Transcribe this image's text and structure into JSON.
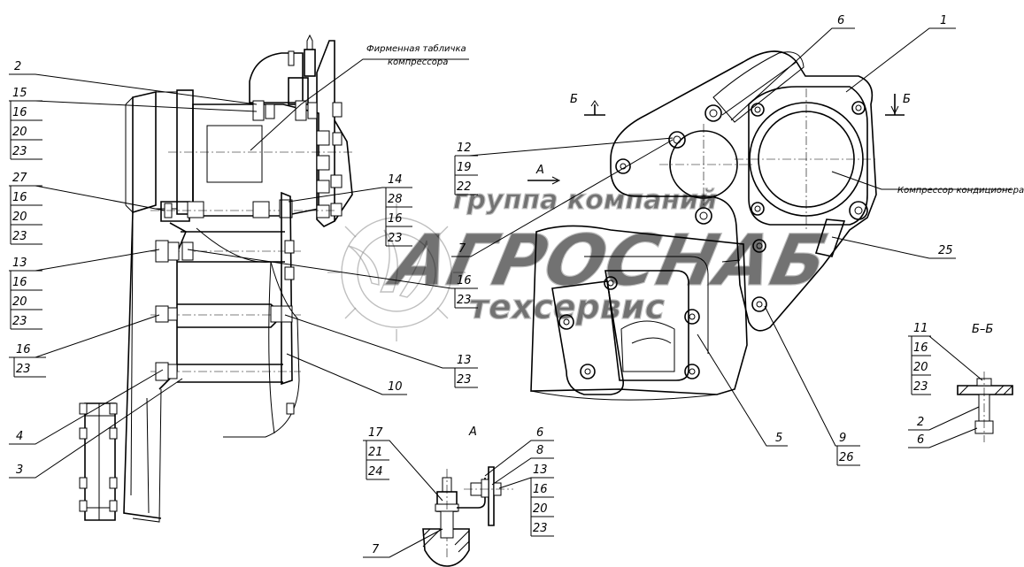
{
  "callouts": {
    "left": [
      {
        "id": "c-2",
        "values": [
          "2"
        ]
      },
      {
        "id": "c-15",
        "values": [
          "15",
          "16",
          "20",
          "23"
        ]
      },
      {
        "id": "c-27",
        "values": [
          "27",
          "16",
          "20",
          "23"
        ]
      },
      {
        "id": "c-13",
        "values": [
          "13",
          "16",
          "20",
          "23"
        ]
      },
      {
        "id": "c-16",
        "values": [
          "16",
          "23"
        ]
      },
      {
        "id": "c-4",
        "values": [
          "4"
        ]
      },
      {
        "id": "c-3",
        "values": [
          "3"
        ]
      }
    ],
    "middle": [
      {
        "id": "c-14",
        "values": [
          "14",
          "28",
          "16",
          "23"
        ]
      },
      {
        "id": "c-7",
        "values": [
          "7"
        ]
      },
      {
        "id": "c-16b",
        "values": [
          "16",
          "23"
        ]
      },
      {
        "id": "c-13b",
        "values": [
          "13",
          "23"
        ]
      },
      {
        "id": "c-10",
        "values": [
          "10"
        ]
      },
      {
        "id": "c-12",
        "values": [
          "12",
          "19",
          "22"
        ]
      }
    ],
    "right": [
      {
        "id": "c-6",
        "values": [
          "6"
        ]
      },
      {
        "id": "c-1",
        "values": [
          "1"
        ]
      },
      {
        "id": "c-25",
        "values": [
          "25"
        ]
      },
      {
        "id": "c-5",
        "values": [
          "5"
        ]
      },
      {
        "id": "c-9",
        "values": [
          "9",
          "26"
        ]
      }
    ],
    "detail_a": [
      {
        "id": "a-17",
        "values": [
          "17",
          "21",
          "24"
        ]
      },
      {
        "id": "a-6",
        "values": [
          "6"
        ]
      },
      {
        "id": "a-8",
        "values": [
          "8"
        ]
      },
      {
        "id": "a-13",
        "values": [
          "13",
          "16",
          "20",
          "23"
        ]
      },
      {
        "id": "a-7",
        "values": [
          "7"
        ]
      }
    ],
    "section_bb": [
      {
        "id": "b-11",
        "values": [
          "11",
          "16",
          "20",
          "23"
        ]
      },
      {
        "id": "b-2",
        "values": [
          "2"
        ]
      },
      {
        "id": "b-6",
        "values": [
          "6"
        ]
      }
    ]
  },
  "notes": {
    "nameplate_line1": "Фирменная табличка",
    "nameplate_line2": "компрессора",
    "ac_compressor": "Компрессор кондиционера",
    "view_a_arrow": "А",
    "view_a_title": "А",
    "section_mark_left": "Б",
    "section_mark_right": "Б",
    "section_title": "Б–Б"
  },
  "watermark": {
    "line1": "группа компаний",
    "line2": "АГРОСНАБ",
    "line3": "техсервис"
  }
}
